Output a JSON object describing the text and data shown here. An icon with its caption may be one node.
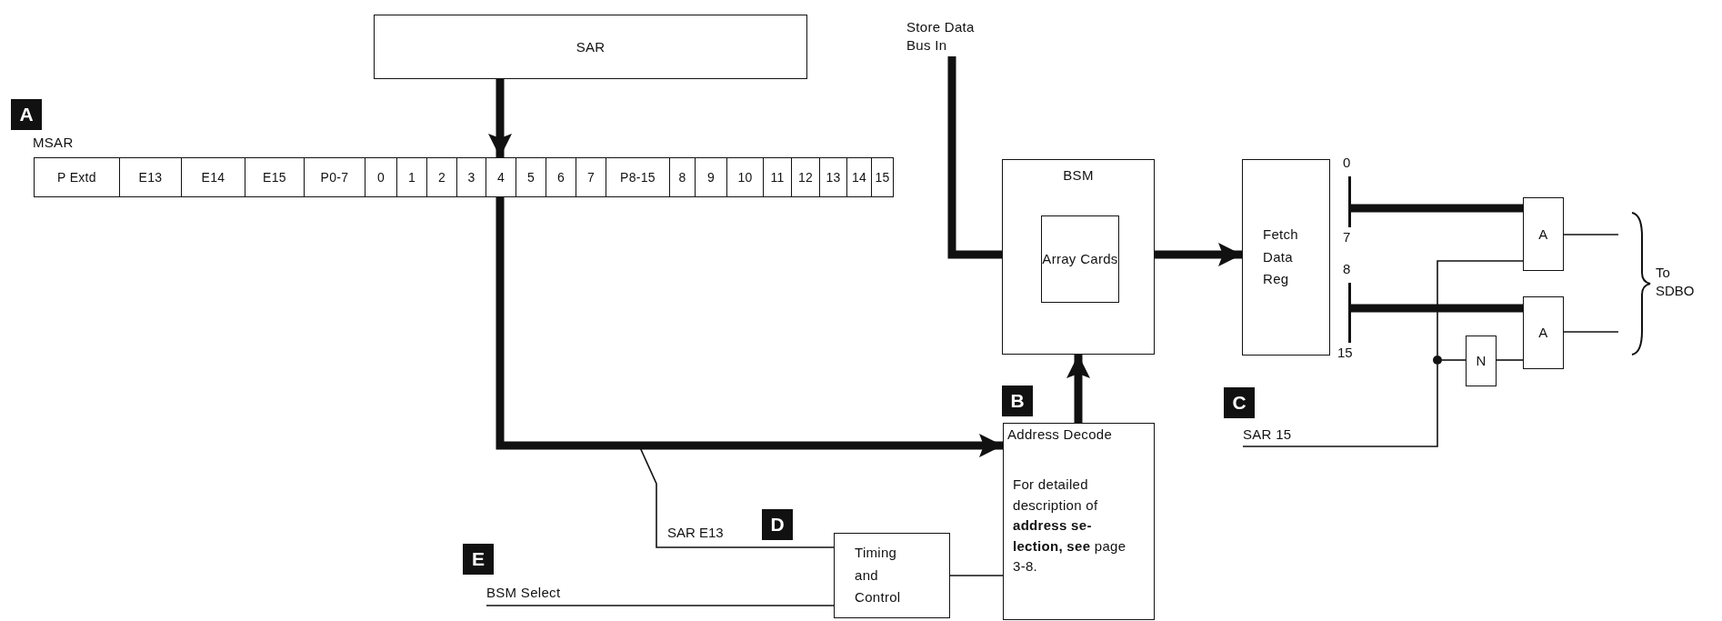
{
  "diagram": {
    "nodes": [
      {
        "text": [
          "SAR"
        ]
      },
      {
        "text": [
          "MSAR"
        ]
      },
      {
        "text": [
          "P Extd"
        ],
        "in": 1
      },
      {
        "text": [
          "E13"
        ],
        "in": 1
      },
      {
        "text": [
          "E14"
        ],
        "in": 1
      },
      {
        "text": [
          "E15"
        ],
        "in": 1
      },
      {
        "text": [
          "P0-7"
        ],
        "in": 1
      },
      {
        "text": [
          "0"
        ],
        "in": 1
      },
      {
        "text": [
          "1"
        ],
        "in": 1
      },
      {
        "text": [
          "2"
        ],
        "in": 1
      },
      {
        "text": [
          "3"
        ],
        "in": 1
      },
      {
        "text": [
          "4"
        ],
        "in": 1
      },
      {
        "text": [
          "5"
        ],
        "in": 1
      },
      {
        "text": [
          "6"
        ],
        "in": 1
      },
      {
        "text": [
          "7"
        ],
        "in": 1
      },
      {
        "text": [
          "P8-15"
        ],
        "in": 1
      },
      {
        "text": [
          "8"
        ],
        "in": 1
      },
      {
        "text": [
          "9"
        ],
        "in": 1
      },
      {
        "text": [
          "10"
        ],
        "in": 1
      },
      {
        "text": [
          "11"
        ],
        "in": 1
      },
      {
        "text": [
          "12"
        ],
        "in": 1
      },
      {
        "text": [
          "13"
        ],
        "in": 1
      },
      {
        "text": [
          "14"
        ],
        "in": 1
      },
      {
        "text": [
          "15"
        ],
        "in": 1
      },
      {
        "text": [
          "Store Data Bus In"
        ]
      },
      {
        "text": [
          "BSM"
        ]
      },
      {
        "text": [
          "Array Cards"
        ],
        "in": 25
      },
      {
        "text": [
          "Fetch Data Reg"
        ]
      },
      {
        "text": [],
        "shape": "bar",
        "beside": [
          "0",
          "7"
        ]
      },
      {
        "text": [],
        "shape": "bar",
        "beside": [
          "8",
          "15"
        ]
      },
      {
        "text": [
          "A"
        ]
      },
      {
        "text": [
          "A"
        ]
      },
      {
        "text": [
          "N"
        ]
      },
      {
        "text": [],
        "shape": "circle"
      },
      {
        "text": [
          "Address Decode",
          "For detailed description of **address se- lection, see** page 3-8."
        ]
      },
      {
        "text": [
          "Timing and Control"
        ]
      },
      {
        "text": [
          "BSM Select"
        ]
      },
      {
        "text": [
          "SAR 15"
        ]
      }
    ],
    "edges": [
      {
        "from": 0,
        "to": 11,
        "arrow": "to",
        "style": "thick"
      },
      {
        "from": 11,
        "to": 34,
        "arrow": "to",
        "style": "thick"
      },
      {
        "from": 11,
        "to": 35,
        "arrow": "none",
        "label": "SAR E13"
      },
      {
        "from": 36,
        "to": 35,
        "arrow": "none"
      },
      {
        "from": 35,
        "to": 34,
        "arrow": "none"
      },
      {
        "from": 34,
        "to": 25,
        "arrow": "to",
        "style": "thick"
      },
      {
        "from": 24,
        "to": 26,
        "arrow": "to",
        "style": "thick"
      },
      {
        "from": 26,
        "to": 27,
        "arrow": "to",
        "style": "thick"
      },
      {
        "from": 28,
        "to": 30,
        "arrow": "none",
        "style": "thick"
      },
      {
        "from": 29,
        "to": 31,
        "arrow": "none",
        "style": "thick"
      },
      {
        "from": 37,
        "to": 33,
        "arrow": "none"
      },
      {
        "from": 33,
        "to": 30,
        "arrow": "none"
      },
      {
        "from": 33,
        "to": 32,
        "arrow": "none"
      },
      {
        "from": 32,
        "to": 31,
        "arrow": "none"
      },
      {
        "from": 30,
        "to": null,
        "arrow": "none"
      },
      {
        "from": 31,
        "to": null,
        "arrow": "none"
      }
    ],
    "labels": [
      "A",
      "B",
      "C",
      "D",
      "E",
      "To SDBO"
    ]
  }
}
